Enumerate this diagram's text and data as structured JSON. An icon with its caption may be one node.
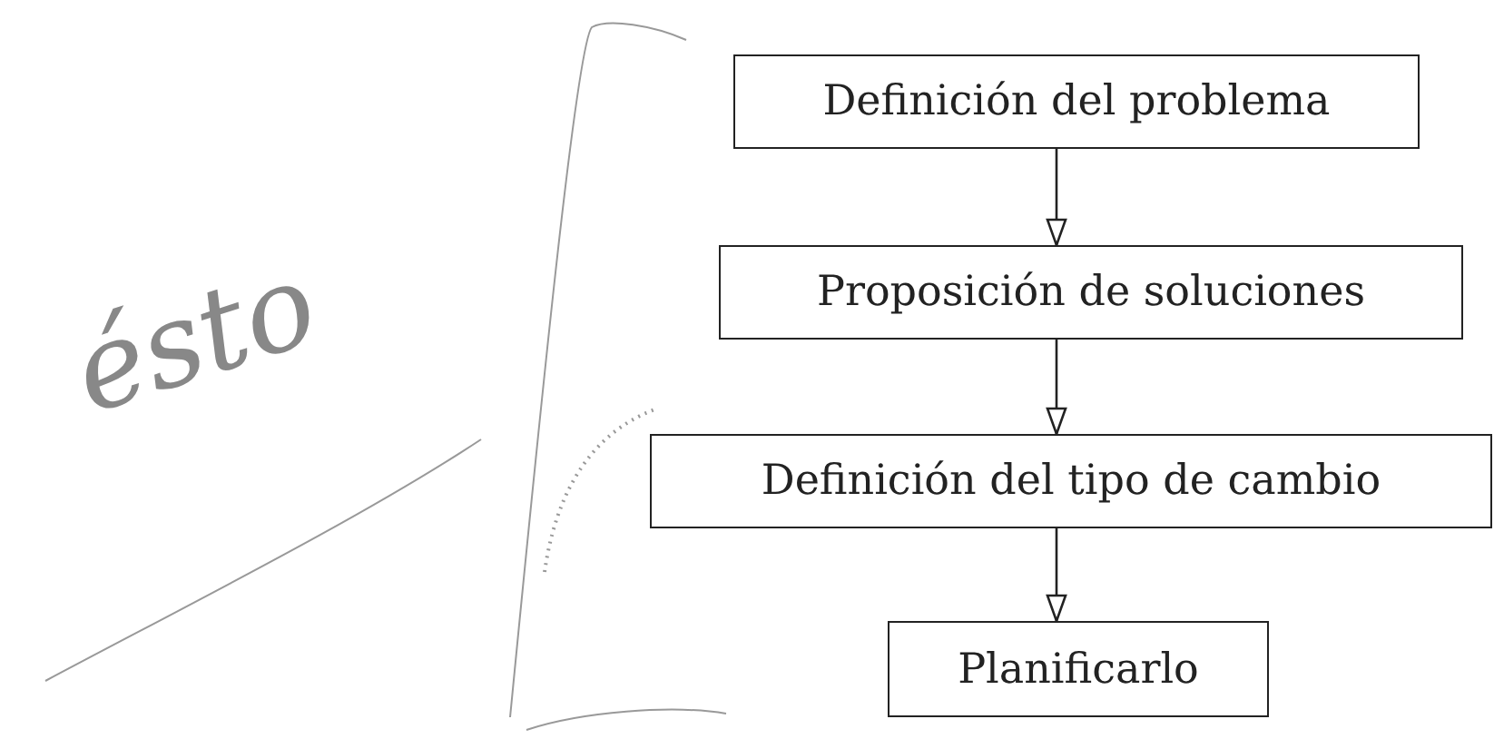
{
  "diagram": {
    "nodes": [
      {
        "text": [
          "Definición del problema"
        ]
      },
      {
        "text": [
          "Proposición de soluciones"
        ]
      },
      {
        "text": [
          "Definición del tipo de cambio"
        ]
      },
      {
        "text": [
          "Planificarlo"
        ]
      }
    ],
    "edges": [
      {
        "from": 0,
        "to": 1,
        "arrow": "to"
      },
      {
        "from": 1,
        "to": 2,
        "arrow": "to"
      },
      {
        "from": 2,
        "to": 3,
        "arrow": "to"
      }
    ],
    "labels": [
      "ésto"
    ]
  }
}
